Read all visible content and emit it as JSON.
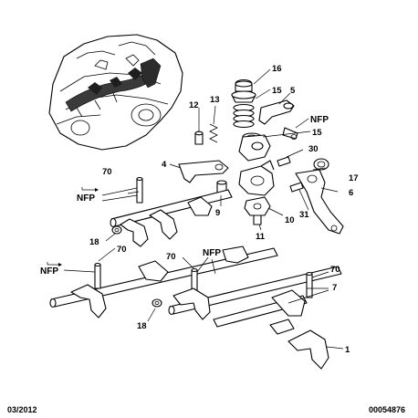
{
  "callouts": {
    "c16": "16",
    "c15a": "15",
    "c5": "5",
    "c13": "13",
    "c12": "12",
    "nfp_a": "NFP",
    "c15b": "15",
    "c30": "30",
    "c4": "4",
    "c17": "17",
    "c70a": "70",
    "nfp_b": "NFP",
    "c6": "6",
    "c9": "9",
    "c31": "31",
    "c10": "10",
    "c11": "11",
    "c18a": "18",
    "c70b": "70",
    "nfp_c": "NFP",
    "c70c": "70",
    "nfp_d": "NFP",
    "c70d": "70",
    "c7": "7",
    "c18b": "18",
    "c1": "1"
  },
  "footer": {
    "date": "03/2012",
    "code": "00054876"
  },
  "icons": [
    "gearbox-illustration",
    "shift-fork-icon",
    "selector-rod-icon",
    "spring-icon",
    "pin-icon",
    "bushing-icon",
    "arrow-mark-icon"
  ]
}
